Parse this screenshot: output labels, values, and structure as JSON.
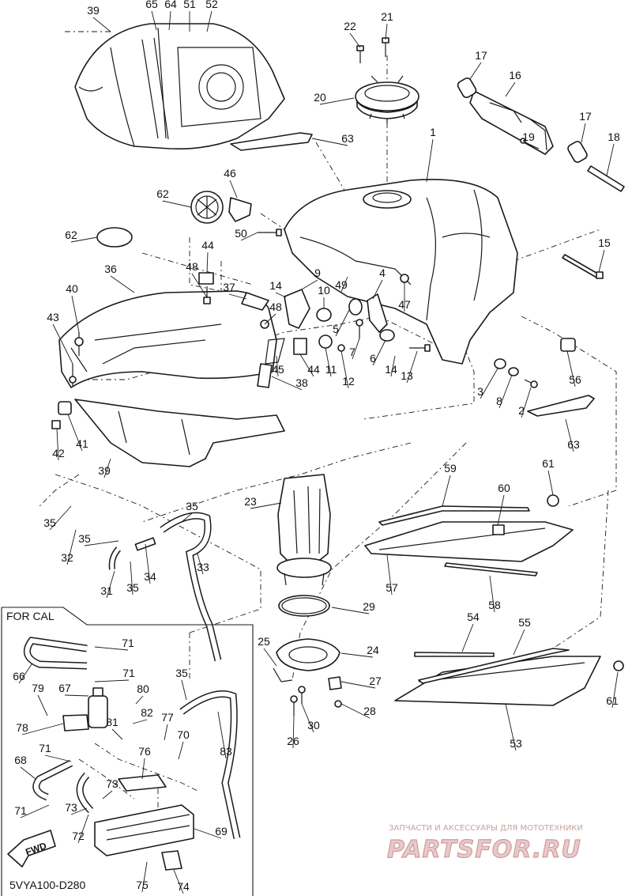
{
  "callouts": [
    {
      "n": "39"
    },
    {
      "n": "65"
    },
    {
      "n": "64"
    },
    {
      "n": "51"
    },
    {
      "n": "52"
    },
    {
      "n": "22"
    },
    {
      "n": "21"
    },
    {
      "n": "20"
    },
    {
      "n": "17"
    },
    {
      "n": "16"
    },
    {
      "n": "17"
    },
    {
      "n": "19"
    },
    {
      "n": "18"
    },
    {
      "n": "1"
    },
    {
      "n": "63"
    },
    {
      "n": "46"
    },
    {
      "n": "62"
    },
    {
      "n": "50"
    },
    {
      "n": "62"
    },
    {
      "n": "44"
    },
    {
      "n": "48"
    },
    {
      "n": "36"
    },
    {
      "n": "37"
    },
    {
      "n": "40"
    },
    {
      "n": "43"
    },
    {
      "n": "14"
    },
    {
      "n": "9"
    },
    {
      "n": "49"
    },
    {
      "n": "4"
    },
    {
      "n": "47"
    },
    {
      "n": "15"
    },
    {
      "n": "10"
    },
    {
      "n": "48"
    },
    {
      "n": "5"
    },
    {
      "n": "7"
    },
    {
      "n": "6"
    },
    {
      "n": "14"
    },
    {
      "n": "13"
    },
    {
      "n": "45"
    },
    {
      "n": "44"
    },
    {
      "n": "11"
    },
    {
      "n": "12"
    },
    {
      "n": "38"
    },
    {
      "n": "56"
    },
    {
      "n": "3"
    },
    {
      "n": "8"
    },
    {
      "n": "2"
    },
    {
      "n": "63"
    },
    {
      "n": "41"
    },
    {
      "n": "42"
    },
    {
      "n": "39"
    },
    {
      "n": "61"
    },
    {
      "n": "59"
    },
    {
      "n": "60"
    },
    {
      "n": "23"
    },
    {
      "n": "35"
    },
    {
      "n": "35"
    },
    {
      "n": "35"
    },
    {
      "n": "32"
    },
    {
      "n": "33"
    },
    {
      "n": "34"
    },
    {
      "n": "31"
    },
    {
      "n": "35"
    },
    {
      "n": "57"
    },
    {
      "n": "58"
    },
    {
      "n": "29"
    },
    {
      "n": "54"
    },
    {
      "n": "55"
    },
    {
      "n": "25"
    },
    {
      "n": "24"
    },
    {
      "n": "27"
    },
    {
      "n": "28"
    },
    {
      "n": "26"
    },
    {
      "n": "30"
    },
    {
      "n": "61"
    },
    {
      "n": "53"
    },
    {
      "n": "71"
    },
    {
      "n": "66"
    },
    {
      "n": "71"
    },
    {
      "n": "67"
    },
    {
      "n": "80"
    },
    {
      "n": "79"
    },
    {
      "n": "35"
    },
    {
      "n": "82"
    },
    {
      "n": "77"
    },
    {
      "n": "78"
    },
    {
      "n": "81"
    },
    {
      "n": "76"
    },
    {
      "n": "70"
    },
    {
      "n": "83"
    },
    {
      "n": "71"
    },
    {
      "n": "68"
    },
    {
      "n": "73"
    },
    {
      "n": "71"
    },
    {
      "n": "73"
    },
    {
      "n": "72"
    },
    {
      "n": "69"
    },
    {
      "n": "75"
    },
    {
      "n": "74"
    }
  ],
  "cal_box": {
    "title": "FOR CAL"
  },
  "fwd_badge": {
    "text": "FWD"
  },
  "figure_number": "5VYA100-D280",
  "watermark": {
    "caption": "ЗАПЧАСТИ И АКСЕССУАРЫ ДЛЯ МОТОТЕХНИКИ",
    "brand": "PARTSFOR.RU",
    "color": "#d9a4a4"
  }
}
